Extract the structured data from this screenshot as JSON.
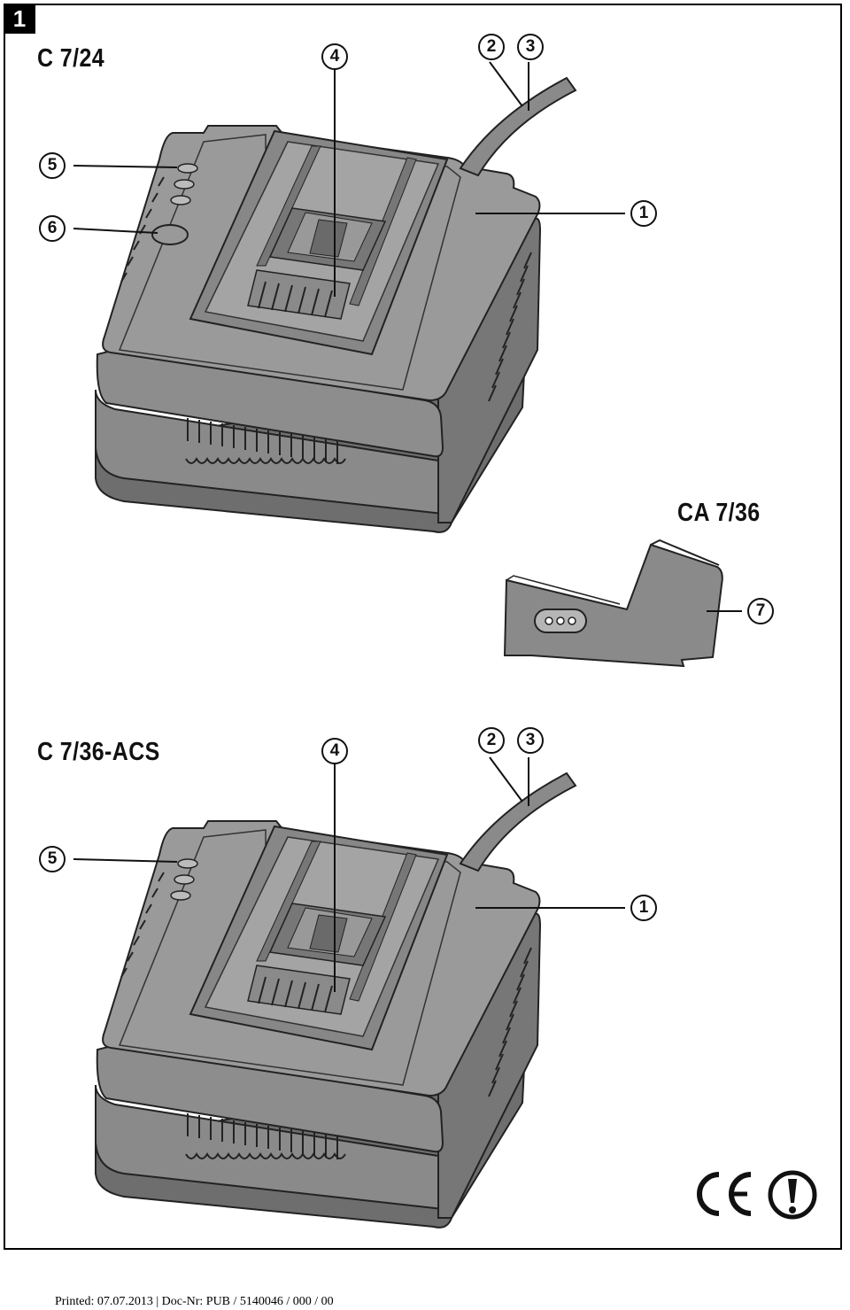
{
  "figure": {
    "number": "1"
  },
  "models": {
    "top": "C 7/24",
    "adapter": "CA 7/36",
    "bottom": "C 7/36-ACS"
  },
  "callouts": {
    "top_4": "4",
    "top_2": "2",
    "top_3": "3",
    "top_5": "5",
    "top_6": "6",
    "top_1": "1",
    "adapter_7": "7",
    "bottom_4": "4",
    "bottom_2": "2",
    "bottom_3": "3",
    "bottom_5": "5",
    "bottom_1": "1"
  },
  "marks": {
    "conformity": "CE",
    "warning": "!"
  },
  "footer": {
    "text": "Printed: 07.07.2013 | Doc-Nr: PUB / 5140046 / 000 / 00"
  }
}
